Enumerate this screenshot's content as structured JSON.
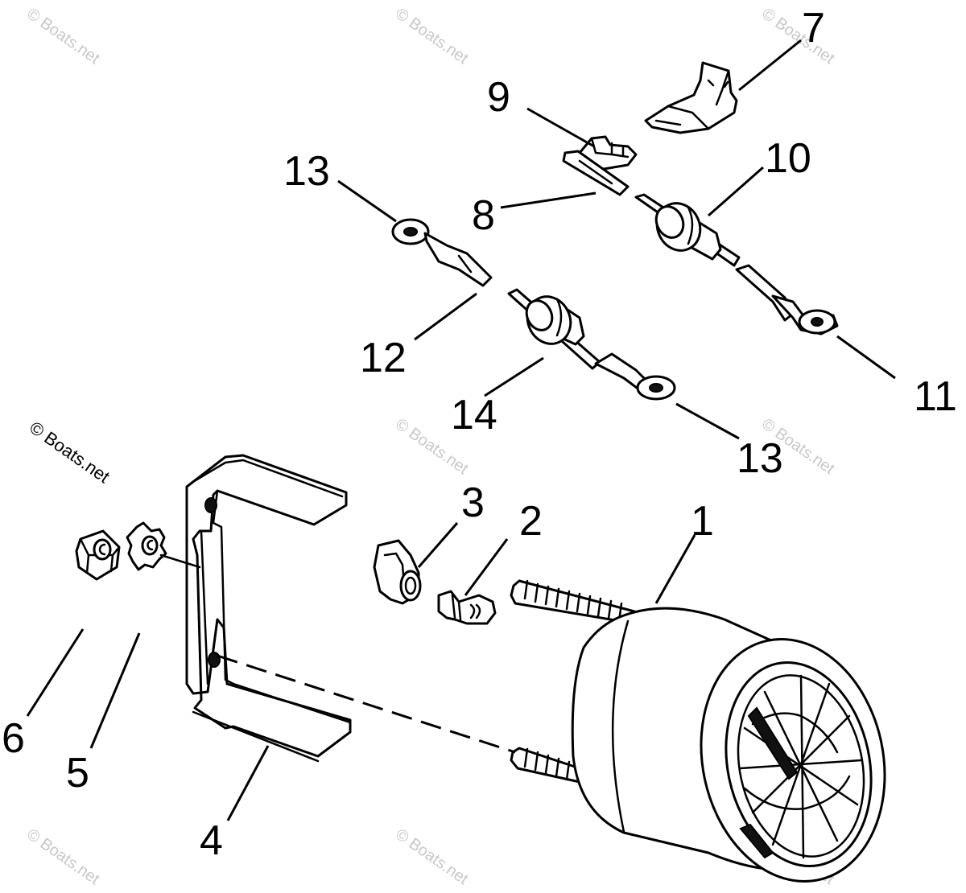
{
  "watermark": "© Boats.net",
  "callouts": [
    {
      "id": "1",
      "label": "1"
    },
    {
      "id": "2",
      "label": "2"
    },
    {
      "id": "3",
      "label": "3"
    },
    {
      "id": "4",
      "label": "4"
    },
    {
      "id": "5",
      "label": "5"
    },
    {
      "id": "6",
      "label": "6"
    },
    {
      "id": "7",
      "label": "7"
    },
    {
      "id": "8",
      "label": "8"
    },
    {
      "id": "9",
      "label": "9"
    },
    {
      "id": "10",
      "label": "10"
    },
    {
      "id": "11",
      "label": "11"
    },
    {
      "id": "12",
      "label": "12"
    },
    {
      "id": "13a",
      "label": "13"
    },
    {
      "id": "13b",
      "label": "13"
    },
    {
      "id": "14",
      "label": "14"
    }
  ]
}
